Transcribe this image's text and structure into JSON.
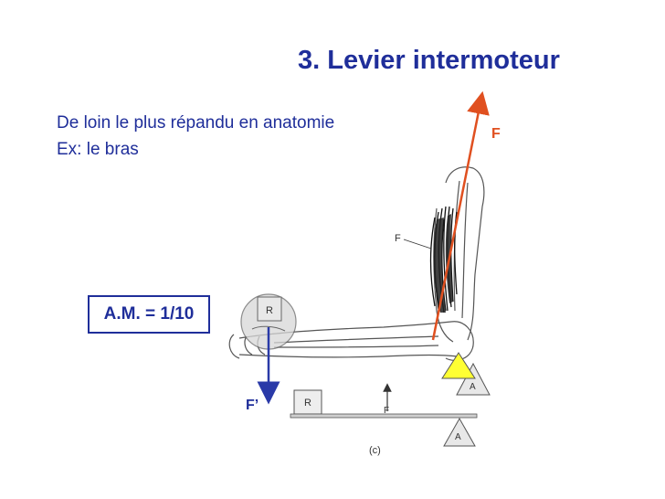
{
  "slide": {
    "title": "3. Levier intermoteur",
    "line1": "De loin le plus répandu en anatomie",
    "line2": "Ex: le bras",
    "ratio_box": "A.M. = 1/10",
    "force_label": "F",
    "resistance_force_label": "F’"
  },
  "figure": {
    "muscle_label": "F",
    "weight_label_top": "R",
    "weight_label_bottom": "R",
    "force_label_bottom": "F",
    "fulcrum_label_top": "A",
    "fulcrum_label_bottom": "A",
    "panel_label": "(c)"
  },
  "colors": {
    "title": "#1f2e9a",
    "force_arrow": "#e05020",
    "resistance_arrow": "#2a3aa8",
    "fulcrum_fill": "#ffff33"
  }
}
